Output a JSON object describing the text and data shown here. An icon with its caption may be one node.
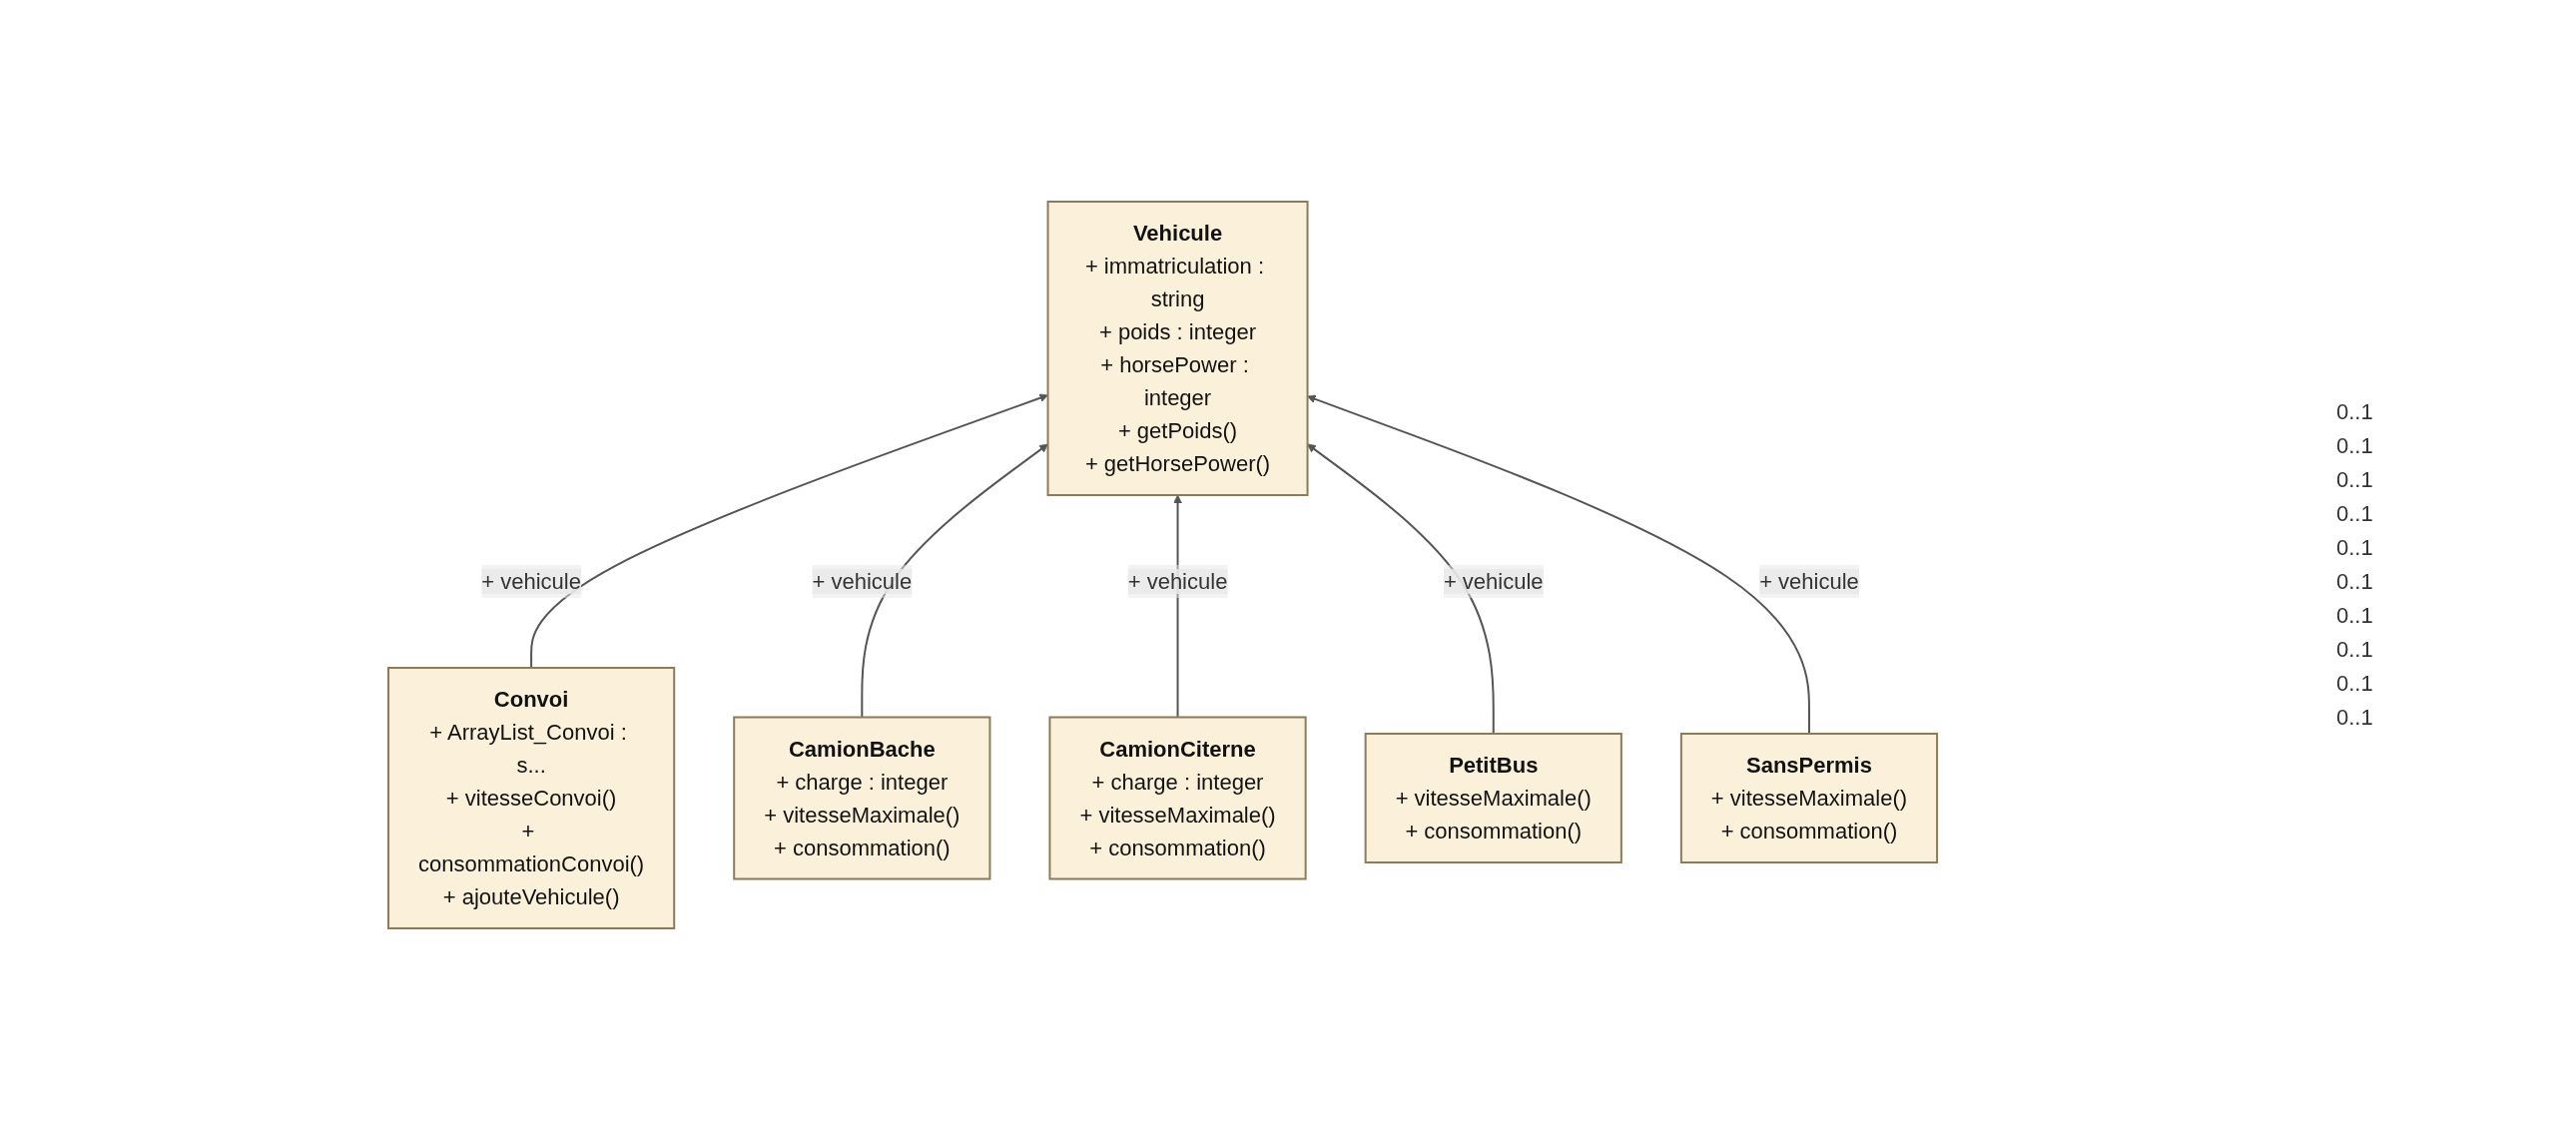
{
  "diagram": {
    "nodes": [
      {
        "text": [
          "Vehicule",
          "+ immatriculation : string",
          "+ poids : integer",
          "+ horsePower : integer",
          "+ getPoids()",
          "+ getHorsePower()"
        ]
      },
      {
        "text": [
          "Convoi",
          "+ ArrayList_Convoi : s...",
          "+ vitesseConvoi()",
          "+ consommationConvoi()",
          "+ ajouteVehicule()"
        ]
      },
      {
        "text": [
          "CamionBache",
          "+ charge : integer",
          "+ vitesseMaximale()",
          "+ consommation()"
        ]
      },
      {
        "text": [
          "CamionCiterne",
          "+ charge : integer",
          "+ vitesseMaximale()",
          "+ consommation()"
        ]
      },
      {
        "text": [
          "PetitBus",
          "+ vitesseMaximale()",
          "+ consommation()"
        ]
      },
      {
        "text": [
          "SansPermis",
          "+ vitesseMaximale()",
          "+ consommation()"
        ]
      }
    ],
    "edges": [
      {
        "from": 1,
        "to": 0,
        "arrow": "to",
        "label": "+ vehicule"
      },
      {
        "from": 2,
        "to": 0,
        "arrow": "to",
        "label": "+ vehicule"
      },
      {
        "from": 3,
        "to": 0,
        "arrow": "to",
        "label": "+ vehicule"
      },
      {
        "from": 4,
        "to": 0,
        "arrow": "to",
        "label": "+ vehicule"
      },
      {
        "from": 5,
        "to": 0,
        "arrow": "to",
        "label": "+ vehicule"
      }
    ],
    "labels": [
      "0..1",
      "0..1",
      "0..1",
      "0..1",
      "0..1",
      "0..1",
      "0..1",
      "0..1",
      "0..1",
      "0..1"
    ]
  }
}
